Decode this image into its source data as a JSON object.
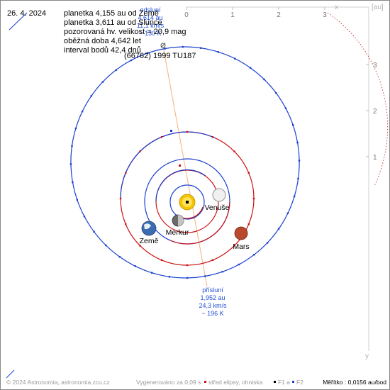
{
  "date": "26. 4. 2024",
  "info_lines": [
    "planetka 4,155 au od Země",
    "planetka 3,611 au od Slunce",
    "pozorovaná hv. velikost = 20,9 mag",
    "oběžná doba 4,642 let",
    "interval bodů 42,4 dnů"
  ],
  "object_name": "(66762) 1999 TU187",
  "axes": {
    "unit_label": "[au]",
    "x_name": "x",
    "y_name": "y",
    "x_ticks": [
      "0",
      "1",
      "2",
      "3"
    ],
    "y_ticks": [
      "1",
      "2",
      "3"
    ]
  },
  "aphelion": {
    "label": "odsluní",
    "distance": "4,614 au",
    "speed": "11,1 km/s",
    "temp": "~ 130 K"
  },
  "perihelion": {
    "label": "přísluní",
    "distance": "1,952 au",
    "speed": "24,3 km/s",
    "temp": "~ 196 K"
  },
  "planets": {
    "venus": "Venuše",
    "mercury": "Merkur",
    "earth": "Země",
    "mars": "Mars"
  },
  "footer": {
    "copyright": "© 2024 Astronomia, astronomia.zcu.cz",
    "generated": "Vygenerováno za 0,09 s",
    "legend_center": "střed elipsy, ohniska",
    "legend_f1": "F1 a",
    "legend_f2": "F2",
    "scale": "Měřítko : 0,0156 au/bod"
  },
  "colors": {
    "orbit_asteroid": "#1a3fcf",
    "orbit_planet": "#cc1111",
    "orbit_red_dashed": "#d04040",
    "sun": "#f5c400",
    "trajectory": "#f4b27a"
  }
}
